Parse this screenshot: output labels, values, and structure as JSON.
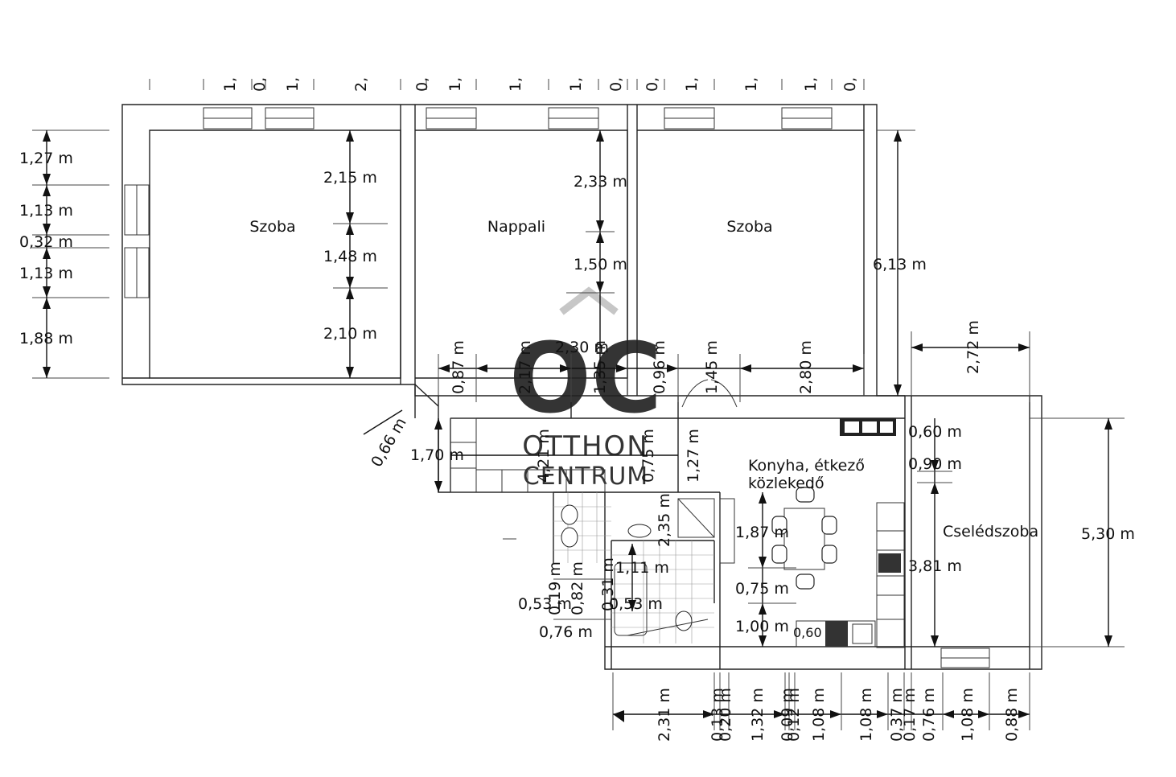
{
  "watermark": {
    "logo": "OC",
    "line1": "OTTHON",
    "line2": "CENTRUM"
  },
  "rooms": {
    "szoba1": "Szoba",
    "nappali": "Nappali",
    "szoba2": "Szoba",
    "konyha_line1": "Konyha, étkező",
    "konyha_line2": "közlekedő",
    "cseled": "Cselédszoba"
  },
  "dims": {
    "top": [
      "1,",
      "0,",
      "1,",
      "2,",
      "0,",
      "1,",
      "1,",
      "1,",
      "0,",
      "0,",
      "1,",
      "1,",
      "1,",
      "0,"
    ],
    "left": [
      "1,27 m",
      "1,13 m",
      "0,32 m",
      "1,13 m",
      "1,88 m"
    ],
    "szoba1_inner": [
      "2,15 m",
      "1,48 m",
      "2,10 m"
    ],
    "nappali_inner": [
      "2,33 m",
      "1,50 m",
      "2,30 m"
    ],
    "right_height": "6,13 m",
    "corridor": [
      "0,87 m",
      "2,17 m",
      "1,35 m",
      "0,96 m",
      "1,45 m",
      "2,80 m",
      "2,72 m"
    ],
    "diag": "0,66 m",
    "kitchen_left": "1,70 m",
    "kitchen_top": [
      "4,21 m",
      "0,75 m",
      "1,27 m"
    ],
    "cseled_side": [
      "0,60 m",
      "0,90 m",
      "3,81 m"
    ],
    "cseled_height": "5,30 m",
    "dining": [
      "1,87 m",
      "0,75 m",
      "1,00 m"
    ],
    "bath": [
      "2,35 m",
      "1,11 m",
      "0,19 m",
      "0,82 m",
      "0,31 m",
      "0,53 m",
      "0,53 m",
      "0,76 m",
      "0,60"
    ],
    "bottom": [
      "2,31 m",
      "0,13 m",
      "0,20 m",
      "1,32 m",
      "0,09 m",
      "0,12 m",
      "1,08 m",
      "1,08 m",
      "0,37 m",
      "0,17 m",
      "0,76 m",
      "1,08 m",
      "0,88 m"
    ]
  }
}
